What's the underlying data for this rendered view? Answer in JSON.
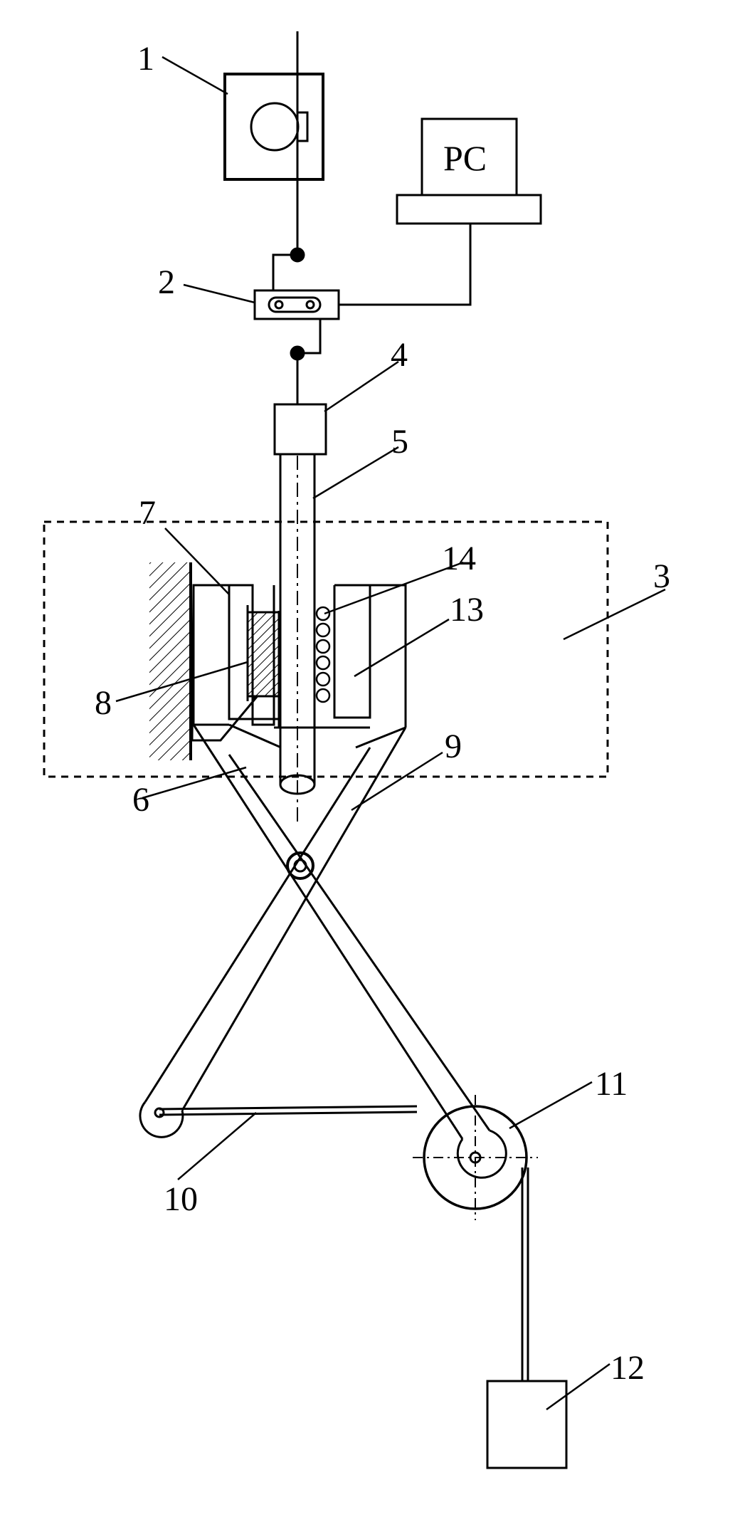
{
  "diagram": {
    "pc_label": "PC",
    "labels": [
      "1",
      "2",
      "3",
      "4",
      "5",
      "6",
      "7",
      "8",
      "9",
      "10",
      "11",
      "12",
      "13",
      "14"
    ],
    "colors": {
      "ink": "#000000",
      "paper": "#ffffff"
    }
  }
}
